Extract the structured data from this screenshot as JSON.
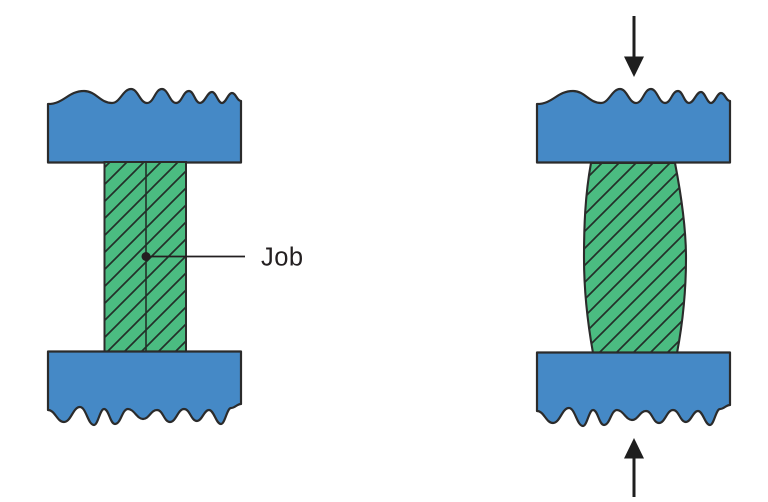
{
  "diagram": {
    "job_label": "Job",
    "colors": {
      "die_fill": "#4589C6",
      "job_fill": "#4BBC81",
      "outline": "#2B2B2B",
      "hatch_line": "#233029",
      "annotation": "#231F20",
      "background": "#FFFFFF"
    },
    "icons": {
      "top_arrow": "force-down-arrow",
      "bottom_arrow": "force-up-arrow"
    }
  }
}
